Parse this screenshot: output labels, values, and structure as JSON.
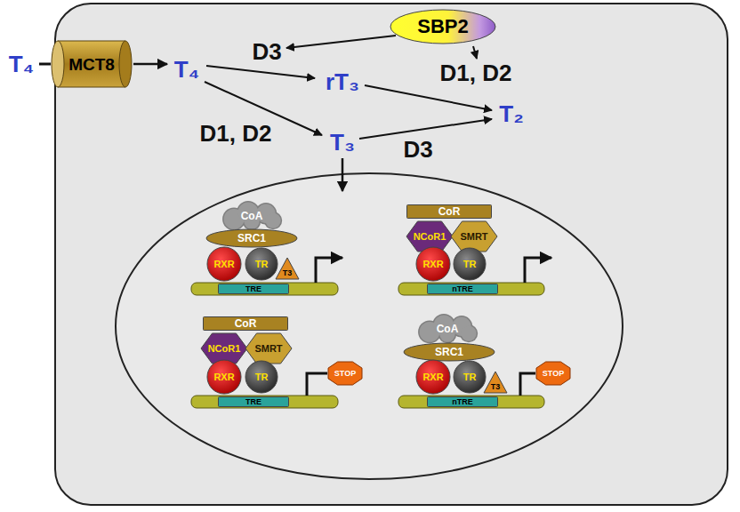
{
  "diagram": {
    "nodes": [
      {
        "text": [
          "SBP2"
        ]
      },
      {
        "text": [
          "MCT8"
        ]
      },
      {
        "text": [
          "CoA"
        ]
      },
      {
        "text": [
          "SRC1"
        ]
      },
      {
        "text": [
          "RXR"
        ]
      },
      {
        "text": [
          "TR"
        ]
      },
      {
        "text": [
          "T3"
        ]
      },
      {
        "text": [
          "TRE"
        ]
      },
      {
        "text": [
          "CoR"
        ]
      },
      {
        "text": [
          "NCoR1"
        ]
      },
      {
        "text": [
          "SMRT"
        ]
      },
      {
        "text": [
          "RXR"
        ]
      },
      {
        "text": [
          "TR"
        ]
      },
      {
        "text": [
          "nTRE"
        ]
      },
      {
        "text": [
          "CoR"
        ]
      },
      {
        "text": [
          "NCoR1"
        ]
      },
      {
        "text": [
          "SMRT"
        ]
      },
      {
        "text": [
          "RXR"
        ]
      },
      {
        "text": [
          "TR"
        ]
      },
      {
        "text": [
          "TRE"
        ]
      },
      {
        "text": [
          "STOP"
        ]
      },
      {
        "text": [
          "CoA"
        ]
      },
      {
        "text": [
          "SRC1"
        ]
      },
      {
        "text": [
          "RXR"
        ]
      },
      {
        "text": [
          "TR"
        ]
      },
      {
        "text": [
          "T3"
        ]
      },
      {
        "text": [
          "nTRE"
        ]
      },
      {
        "text": [
          "STOP"
        ]
      }
    ],
    "labels": [
      "T₄",
      "T₄",
      "D3",
      "rT₃",
      "D1, D2",
      "T₂",
      "T₃",
      "D1, D2",
      "D3"
    ]
  }
}
